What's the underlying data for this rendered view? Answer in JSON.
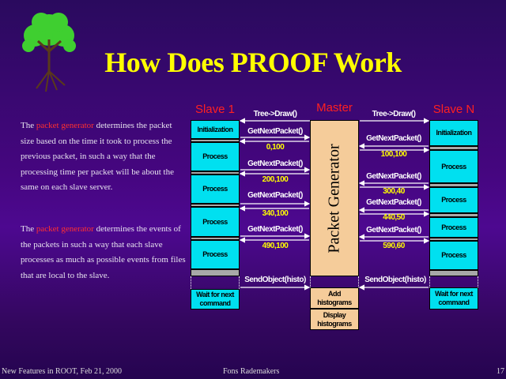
{
  "title": "How Does PROOF Work",
  "paragraphs": [
    {
      "pre": "The ",
      "highlight": "packet generator",
      "post": " determines the packet size based on the time it took to process the previous packet, in such a way that the processing time per packet will be about the same on each slave server."
    },
    {
      "pre": "The ",
      "highlight": "packet generator",
      "post": " determines the events of the packets in such a way that each slave processes as much as possible events from files that are local to the slave."
    }
  ],
  "diagram": {
    "slave1_label": "Slave 1",
    "master_label": "Master",
    "slaveN_label": "Slave N",
    "initialization": "Initialization",
    "process": "Process",
    "wait": "Wait for next command",
    "packet_generator": "Packet Generator",
    "add_histograms": "Add histograms",
    "display_histograms": "Display histograms",
    "tree_draw": "Tree->Draw()",
    "get_next": "GetNextPacket()",
    "send_object": "SendObject(histo)",
    "slave1_packets": [
      "0,100",
      "200,100",
      "340,100",
      "490,100"
    ],
    "slaveN_packets": [
      "100,100",
      "300,40",
      "440,50",
      "590,60"
    ]
  },
  "footer": {
    "left": "New Features in ROOT, Feb 21, 2000",
    "center": "Fons Rademakers",
    "page": "17"
  },
  "colors": {
    "title": "#ffff00",
    "highlight": "#ff3030",
    "slave_box": "#00e0f0",
    "master_box": "#f5cc9a"
  }
}
